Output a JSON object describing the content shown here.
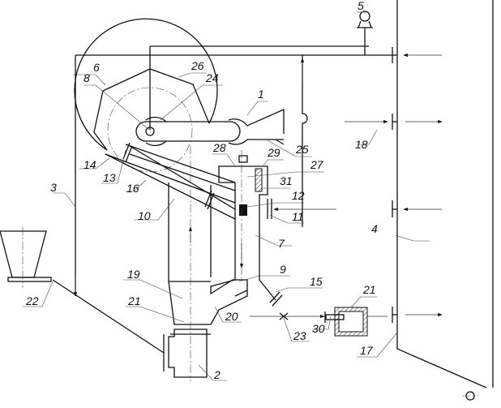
{
  "labels": {
    "l1": "1",
    "l2": "2",
    "l3": "3",
    "l4": "4",
    "l5": "5",
    "l6": "6",
    "l7": "7",
    "l8": "8",
    "l9": "9",
    "l10": "10",
    "l11": "11",
    "l12": "12",
    "l13": "13",
    "l14": "14",
    "l15": "15",
    "l16": "16",
    "l17": "17",
    "l18": "18",
    "l19": "19",
    "l20": "20",
    "l21a": "21",
    "l21b": "21",
    "l22": "22",
    "l23": "23",
    "l24": "24",
    "l25": "25",
    "l26": "26",
    "l27": "27",
    "l28": "28",
    "l29": "29",
    "l30": "30",
    "l31": "31"
  }
}
